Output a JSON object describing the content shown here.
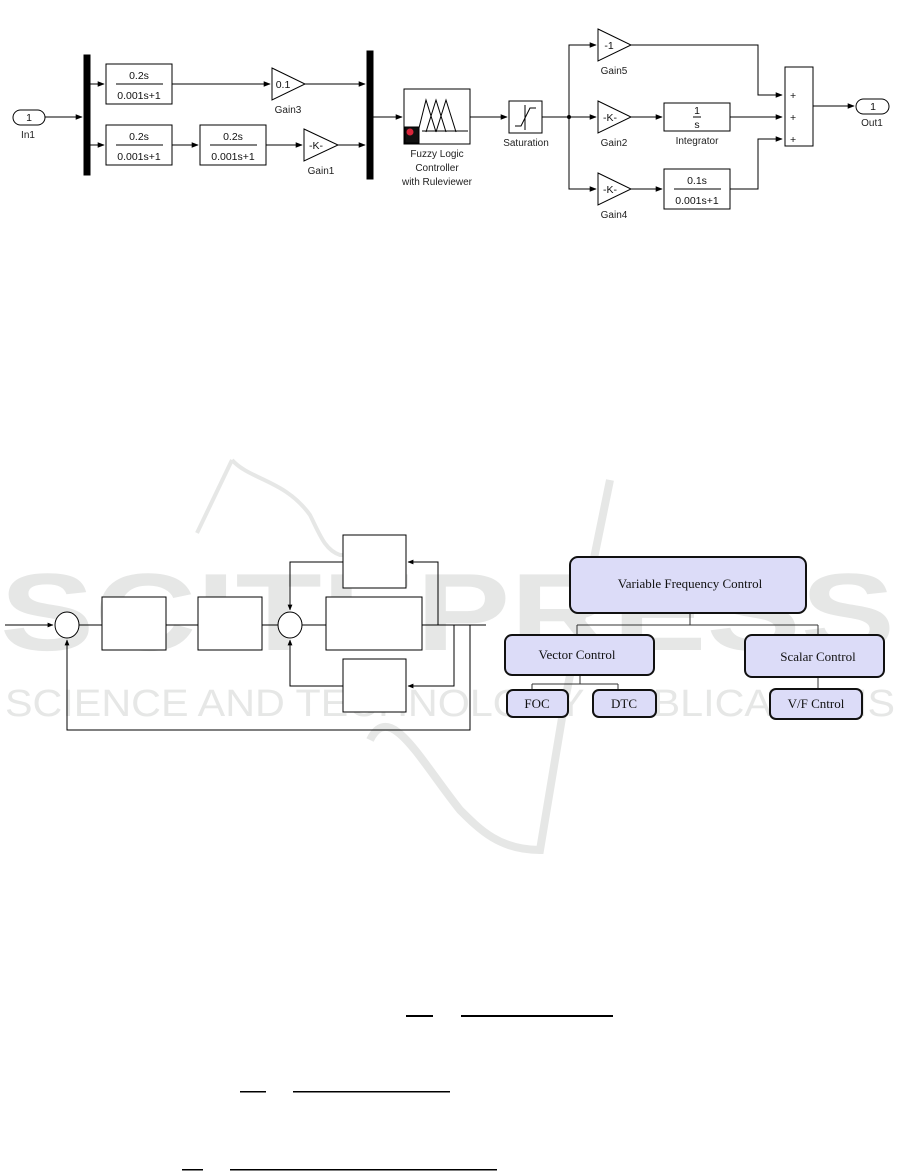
{
  "watermark": {
    "line1": "SCITEPRESS",
    "line2": "SCIENCE AND TECHNOLOGY PUBLICATIONS",
    "color": "#e6e7e6"
  },
  "simulink": {
    "inport": {
      "number": "1",
      "label": "In1"
    },
    "outport": {
      "number": "1",
      "label": "Out1"
    },
    "tf_top": {
      "num": "0.2s",
      "den": "0.001s+1"
    },
    "tf_bottom_1": {
      "num": "0.2s",
      "den": "0.001s+1"
    },
    "tf_bottom_2": {
      "num": "0.2s",
      "den": "0.001s+1"
    },
    "gain3": {
      "value": "0.1",
      "label": "Gain3"
    },
    "gain1": {
      "value": "-K-",
      "label": "Gain1"
    },
    "fuzzy": {
      "label_lines": [
        "Fuzzy Logic",
        "Controller",
        "with Ruleviewer"
      ]
    },
    "saturation": {
      "label": "Saturation"
    },
    "gain5": {
      "value": "-1",
      "label": "Gain5"
    },
    "gain2": {
      "value": "-K-",
      "label": "Gain2"
    },
    "gain4": {
      "value": "-K-",
      "label": "Gain4"
    },
    "integrator": {
      "num": "1",
      "den": "s",
      "label": "Integrator"
    },
    "tf_deriv": {
      "num": "0.1s",
      "den": "0.001s+1"
    },
    "sum_signs": [
      "+",
      "+",
      "+"
    ]
  },
  "tree": {
    "root": "Variable Frequency Control",
    "left": "Vector Control",
    "right": "Scalar Control",
    "left_children": [
      "FOC",
      "DTC"
    ],
    "right_children": [
      "V/F Cntrol"
    ],
    "fill": "#dcdcf8",
    "stroke": "#111111"
  }
}
